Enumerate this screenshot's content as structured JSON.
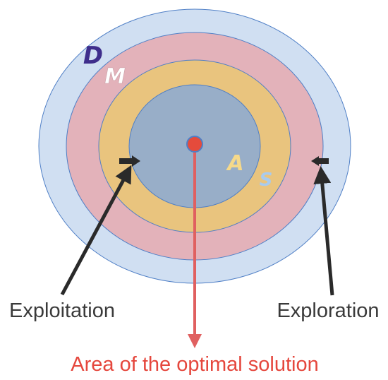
{
  "labels": {
    "d": "D",
    "m": "M",
    "a": "A",
    "s": "S",
    "exploitation": "Exploitation",
    "exploration": "Exploration",
    "optimal_area": "Area of the optimal solution"
  },
  "colors": {
    "ring_d": "#d0dff2",
    "ring_m": "#e3b2ba",
    "ring_a": "#e9c47e",
    "ring_s": "#98aec8",
    "ring_stroke": "#4f7fc6",
    "center_point": "#e54b3c",
    "pointer_red": "#e06060",
    "arrow_dark": "#2a2a2a",
    "label_d": "#3f2e8c",
    "label_m": "#ffffff",
    "label_a": "#f6d98a",
    "label_s": "#a8cbef",
    "text_dark": "#3a3a3a",
    "text_red": "#e5473d"
  },
  "icons": {
    "exploitation_marker": "arrow-right-icon",
    "exploration_marker": "arrow-left-icon"
  }
}
